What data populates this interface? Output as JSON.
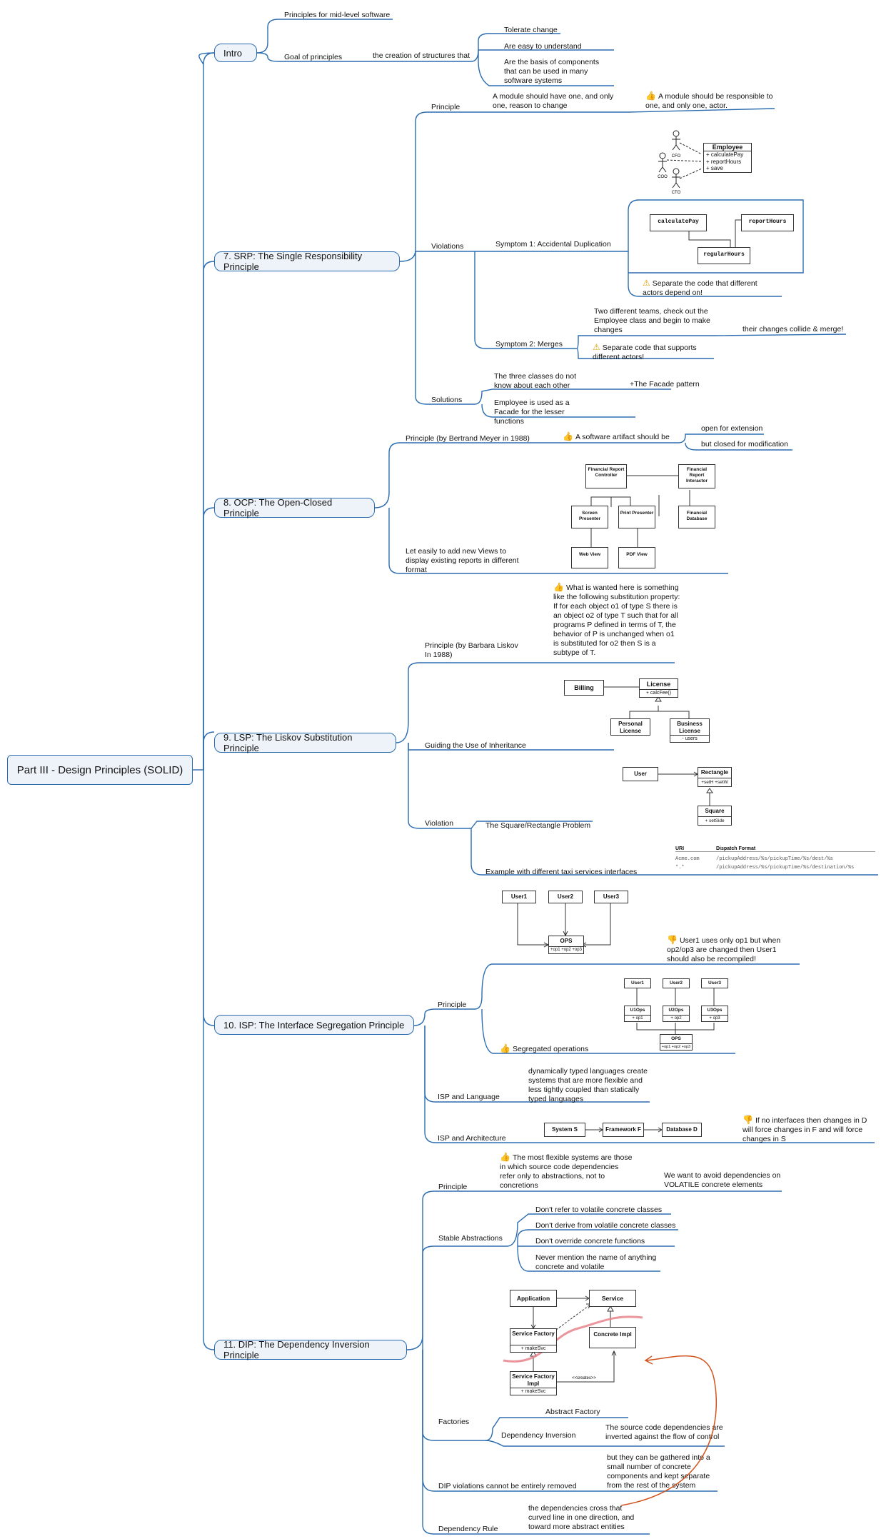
{
  "root": "Part III - Design Principles (SOLID)",
  "intro": {
    "title": "Intro",
    "principles": "Principles for mid-level software",
    "goal": "Goal of principles",
    "creation": "the creation of structures that",
    "items": [
      "Tolerate change",
      "Are easy to understand",
      "Are the basis of components that can be used in many software systems"
    ]
  },
  "srp": {
    "title": "7. SRP: The Single Responsibility Principle",
    "principle": "Principle",
    "principle_text": "A module should have one, and only one, reason to change",
    "principle_note": "A module should be responsible to one, and only one, actor.",
    "violations": "Violations",
    "symptom1": "Symptom 1: Accidental Duplication",
    "symptom1_note": "Separate the code that different actors depend on!",
    "symptom2": "Symptom 2: Merges",
    "symptom2_text": "Two different teams, check out the Employee class and begin to make changes",
    "symptom2_collide": "their changes collide & merge!",
    "symptom2_note": "Separate code that supports different actors!",
    "solutions": "Solutions",
    "sol1": "The three classes do not know about each other",
    "facade": "+The Facade pattern",
    "sol2": "Employee is used as a Facade for the lesser functions",
    "employee": {
      "name": "Employee",
      "methods": [
        "+ calculatePay",
        "+ reportHours",
        "+ save"
      ],
      "actors": [
        "CFO",
        "COO",
        "CTO"
      ]
    },
    "dup": {
      "a": "calculatePay",
      "b": "reportHours",
      "c": "regularHours"
    }
  },
  "ocp": {
    "title": "8. OCP: The Open-Closed Principle",
    "principle": "Principle (by Bertrand Meyer in 1988)",
    "artifact": "A software artifact should be",
    "open": "open for extension",
    "closed": "but closed for modification",
    "views": "Let easily to add new Views to display existing reports in different format",
    "boxes": [
      "Financial Report Controller",
      "Financial Report Interactor",
      "Screen Presenter",
      "Print Presenter",
      "Financial Database",
      "Web View",
      "PDF View"
    ]
  },
  "lsp": {
    "title": "9. LSP: The Liskov Substitution Principle",
    "principle": "Principle (by Barbara Liskov In 1988)",
    "principle_text": "What is wanted here is something like the following substitution property: If for each object o1 of type S there is an object o2 of type T such that for all programs P defined in terms of T, the behavior of P is unchanged when o1 is substituted for o2 then S is a subtype of T.",
    "guiding": "Guiding the Use of Inheritance",
    "violation": "Violation",
    "square": "The Square/Rectangle Problem",
    "taxi": "Example with different taxi services interfaces",
    "license": {
      "billing": "Billing",
      "license": "License",
      "license_method": "+ calcFee()",
      "personal": "Personal License",
      "business": "Business License",
      "business_attr": "- users"
    },
    "rect": {
      "user": "User",
      "rectangle": "Rectangle",
      "rect_methods": "+setH +setW",
      "square": "Square",
      "square_method": "+ setSide"
    },
    "table": {
      "h1": "URI",
      "h2": "Dispatch Format",
      "r1c1": "Acme.com",
      "r1c2": "/pickupAddress/%s/pickupTime/%s/dest/%s",
      "r2c1": "*.*",
      "r2c2": "/pickupAddress/%s/pickupTime/%s/destination/%s"
    }
  },
  "isp": {
    "title": "10. ISP: The Interface Segregation Principle",
    "principle": "Principle",
    "principle_note": "User1 uses only op1 but when op2/op3 are changed then User1 should also be recompiled!",
    "segregated": "Segregated operations",
    "language": "ISP and Language",
    "language_text": "dynamically typed languages create systems that are more flexible and less tightly coupled than statically typed languages",
    "architecture": "ISP and Architecture",
    "architecture_note": "If no interfaces then changes in D will force changes in F and will force changes in S",
    "users": [
      "User1",
      "User2",
      "User3"
    ],
    "ops": "OPS",
    "ops_methods": "+op1 +op2 +op3",
    "seg_ops": [
      "U1Ops",
      "U2Ops",
      "U3Ops"
    ],
    "seg_methods": [
      "+ op1",
      "+ op2",
      "+ op3"
    ],
    "arch_boxes": [
      "System S",
      "Framework F",
      "Database D"
    ]
  },
  "dip": {
    "title": "11. DIP: The Dependency Inversion Principle",
    "principle": "Principle",
    "principle_text": "The most flexible systems are those in which source code dependencies refer only to abstractions, not to concretions",
    "volatile": "We want to avoid dependencies on VOLATILE concrete elements",
    "stable": "Stable Abstractions",
    "rules": [
      "Don't refer to volatile concrete classes",
      "Don't derive from volatile concrete classes",
      "Don't override concrete functions",
      "Never mention the name of anything concrete and volatile"
    ],
    "factories": "Factories",
    "abstract_factory": "Abstract Factory",
    "dep_inversion": "Dependency Inversion",
    "inverted": "The source code dependencies are inverted against the flow of control",
    "violations": "DIP violations cannot be entirely removed",
    "violations_text": "but they can be gathered into a small number of concrete components and kept separate from the rest of the system",
    "rule": "Dependency Rule",
    "rule_text": "the dependencies cross that curved line in one direction, and toward more abstract entities",
    "diagram": {
      "application": "Application",
      "service": "Service",
      "factory": "Service Factory",
      "make": "+ makeSvc",
      "concrete": "Concrete Impl",
      "factory_impl": "Service Factory Impl",
      "creates": "<<creates>>"
    }
  },
  "colors": {
    "line": "#2b6cb0",
    "node_bg": "#eef3f9",
    "curve": "#e8838b",
    "arrow": "#d0531b"
  }
}
